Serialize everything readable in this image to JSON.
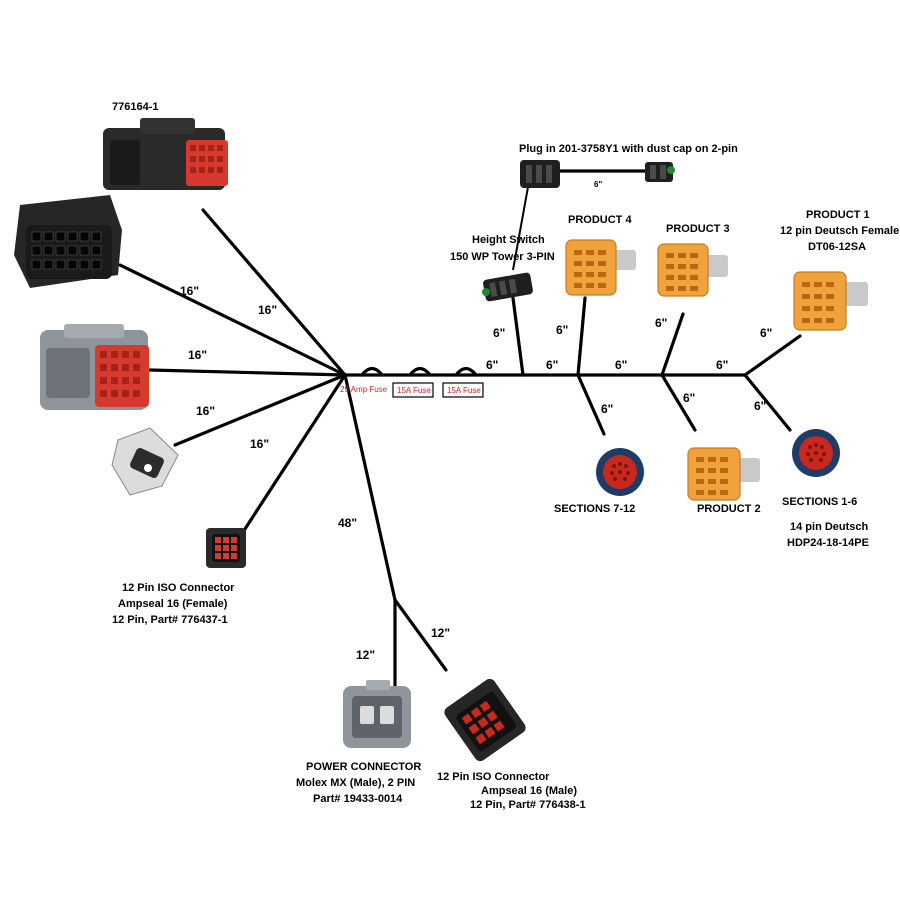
{
  "labels": {
    "top_connector": "776164-1",
    "plug_note": "Plug in 201-3758Y1 with dust cap on 2-pin",
    "plug_len": "6\"",
    "height_switch_1": "Height Switch",
    "height_switch_2": "150 WP Tower 3-PIN",
    "product4": "PRODUCT 4",
    "product3": "PRODUCT 3",
    "product1_1": "PRODUCT 1",
    "product1_2": "12 pin Deutsch Female",
    "product1_3": "DT06-12SA",
    "product2": "PRODUCT 2",
    "sections_7_12": "SECTIONS 7-12",
    "sections_1_6": "SECTIONS 1-6",
    "deutsch14_1": "14 pin Deutsch",
    "deutsch14_2": "HDP24-18-14PE",
    "iso_female_1": "12 Pin ISO Connector",
    "iso_female_2": "Ampseal 16 (Female)",
    "iso_female_3": "12 Pin, Part# 776437-1",
    "power_1": "POWER CONNECTOR",
    "power_2": "Molex MX (Male), 2 PIN",
    "power_3": "Part# 19433-0014",
    "iso_male_1": "12 Pin ISO Connector",
    "iso_male_2": "Ampseal 16 (Male)",
    "iso_male_3": "12 Pin, Part# 776438-1"
  },
  "fuses": {
    "f25": "25 Amp Fuse",
    "f15a": "15A Fuse",
    "f15b": "15A Fuse"
  },
  "lengths": {
    "len_16a": "16\"",
    "len_16b": "16\"",
    "len_16c": "16\"",
    "len_16d": "16\"",
    "len_16e": "16\"",
    "len_48": "48\"",
    "len_12a": "12\"",
    "len_12b": "12\"",
    "len_6_hs": "6\"",
    "len_6_p4": "6\"",
    "len_6_main1": "6\"",
    "len_6_main2": "6\"",
    "len_6_main3": "6\"",
    "len_6_main4": "6\"",
    "len_6_p3": "6\"",
    "len_6_s712": "6\"",
    "len_6_p2": "6\"",
    "len_6_p1": "6\"",
    "len_6_s16": "6\""
  },
  "colors": {
    "wire": "#000000",
    "connector_black": "#2a2a2a",
    "connector_red": "#d63a2f",
    "connector_gray": "#8f959b",
    "deutsch_orange": "#f0a23c",
    "deutsch_body": "#c9c9c9",
    "circular_red": "#c8281e",
    "circular_blue": "#1e3c66",
    "fuse_text": "#e02020"
  },
  "icons": [
    "connector-776164-icon",
    "black-40pin-connector-icon",
    "gray-red-connector-icon",
    "small-gray-connector-icon",
    "iso-female-connector-icon",
    "plug-201-3758Y1-icon",
    "dust-cap-icon",
    "height-switch-icon",
    "deutsch-12pin-icon",
    "round-14pin-icon",
    "molex-power-icon",
    "iso-male-connector-icon"
  ]
}
